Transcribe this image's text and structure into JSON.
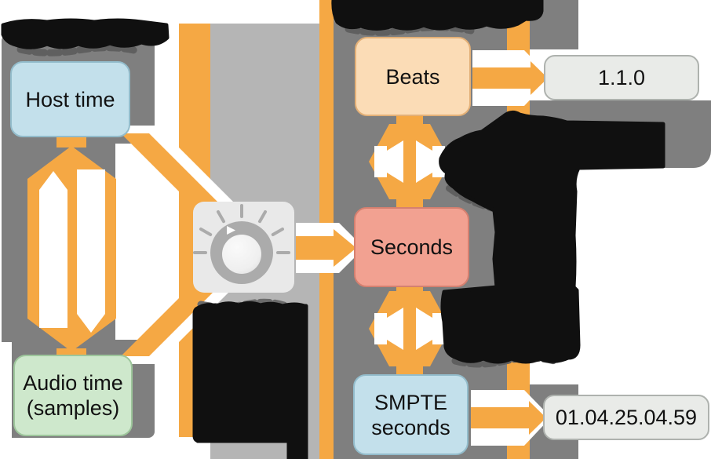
{
  "diagram": {
    "nodes": {
      "host_time": {
        "label": "Host time"
      },
      "audio_time": {
        "line1": "Audio time",
        "line2": "(samples)"
      },
      "beats": {
        "label": "Beats"
      },
      "seconds": {
        "label": "Seconds"
      },
      "smpte_seconds": {
        "line1": "SMPTE",
        "line2": "seconds"
      }
    },
    "outputs": {
      "beats_value": "1.1.0",
      "smpte_value": "01.04.25.04.59"
    },
    "icons": {
      "knob": "rotary-knob-icon",
      "conversion": "bidirectional-arrow-icon",
      "flow_arrows": "orange-flow-arrow"
    },
    "colors": {
      "accent_orange": "#F5A844",
      "panel_gray": "#7F7F7F",
      "center_column_gray": "#B5B5B5",
      "host_time_fill": "#C3E0EB",
      "audio_time_fill": "#CEE8CC",
      "beats_fill": "#FBDCB6",
      "seconds_fill": "#F2A191",
      "smpte_fill": "#C3E0EB",
      "value_box_fill": "#E9EBE8",
      "redaction_black": "#101010"
    }
  }
}
